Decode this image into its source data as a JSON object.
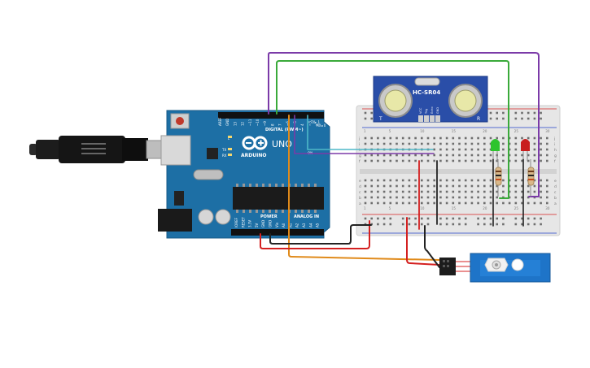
{
  "board": {
    "brand": "ARDUINO",
    "model": "UNO",
    "digital_label": "DIGITAL (PWM~)",
    "tx_label": "TX▸ 1",
    "rx_label": "RX◂ 0",
    "led_l": "L",
    "led_tx": "TX",
    "led_rx": "RX",
    "led_on": "ON",
    "power_label": "POWER",
    "analog_label": "ANALOG IN",
    "top_pins": [
      "AREF",
      "GND",
      "13",
      "12",
      "~11",
      "~10",
      "~9",
      "8",
      "7",
      "~6",
      "~5",
      "4",
      "~3",
      "2"
    ],
    "bottom_pins": [
      "IOREF",
      "RESET",
      "3.3V",
      "5V",
      "GND",
      "GND",
      "Vin",
      "A0",
      "A1",
      "A2",
      "A3",
      "A4",
      "A5"
    ]
  },
  "sensor": {
    "name": "HC-SR04",
    "left_mark": "T",
    "right_mark": "R",
    "pins": [
      "VCC",
      "Trig",
      "Echo",
      "GND"
    ]
  },
  "breadboard": {
    "row_letters_top": [
      "j",
      "i",
      "h",
      "g",
      "f"
    ],
    "row_letters_bottom": [
      "e",
      "d",
      "c",
      "b",
      "a"
    ],
    "column_numbers": [
      "1",
      "5",
      "10",
      "15",
      "20",
      "25",
      "30"
    ]
  },
  "components": {
    "led_green_color": "#2ec42e",
    "led_red_color": "#c81e1e",
    "servo_color": "#1e74c8"
  },
  "wire_colors": {
    "purple": "#7b3aa8",
    "green": "#3aaa3a",
    "orange": "#e08a1a",
    "red": "#d42020",
    "black": "#222222",
    "teal": "#4fb8c8"
  }
}
